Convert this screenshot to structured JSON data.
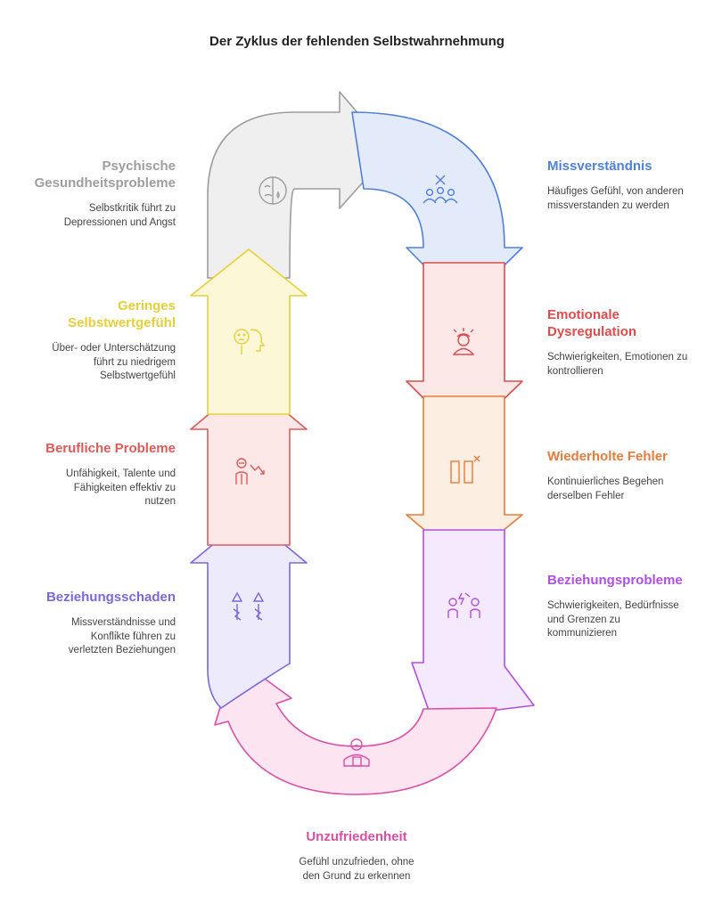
{
  "title": "Der Zyklus der fehlenden Selbstwahrnehmung",
  "steps": [
    {
      "title": "Missverständnis",
      "desc": "Häufiges Gefühl, von anderen missverstanden zu werden",
      "color": "#4f80e1",
      "fill": "#e3ebfa",
      "icon": "group-cross-icon"
    },
    {
      "title": "Emotionale Dysregulation",
      "desc": "Schwierigkeiten, Emotionen zu kontrollieren",
      "color": "#e14b4b",
      "fill": "#fde8e8",
      "icon": "stressed-person-icon"
    },
    {
      "title": "Wiederholte Fehler",
      "desc": "Kontinuierliches Begehen derselben Fehler",
      "color": "#ea7a3a",
      "fill": "#fdeee2",
      "icon": "repeat-error-icon"
    },
    {
      "title": "Beziehungsprobleme",
      "desc": "Schwierigkeiten, Bedürfnisse und Grenzen zu kommunizieren",
      "color": "#b14fe2",
      "fill": "#f5e9fd",
      "icon": "two-people-conflict-icon"
    },
    {
      "title": "Unzufriedenheit",
      "desc": "Gefühl unzufrieden, ohne den Grund zu erkennen",
      "color": "#dd4fa5",
      "fill": "#fde4f1",
      "icon": "sad-person-icon"
    },
    {
      "title": "Beziehungsschaden",
      "desc": "Missverständnisse und Konflikte führen zu verletzten Beziehungen",
      "color": "#7a68e0",
      "fill": "#eceafb",
      "icon": "broken-bond-icon"
    },
    {
      "title": "Berufliche Probleme",
      "desc": "Unfähigkeit, Talente und Fähigkeiten effektiv zu nutzen",
      "color": "#e05a5a",
      "fill": "#fde8e8",
      "icon": "declining-career-icon"
    },
    {
      "title": "Geringes Selbstwertgefühl",
      "desc": "Über- oder Unterschätzung führt zu niedrigem Selbstwertgefühl",
      "color": "#e7cf3a",
      "fill": "#fcf7d7",
      "icon": "sad-head-icon"
    },
    {
      "title": "Psychische Gesundheitsprobleme",
      "desc": "Selbstkritik führt zu Depressionen und Angst",
      "color": "#9e9e9e",
      "fill": "#efefef",
      "icon": "sad-mask-icon"
    }
  ]
}
